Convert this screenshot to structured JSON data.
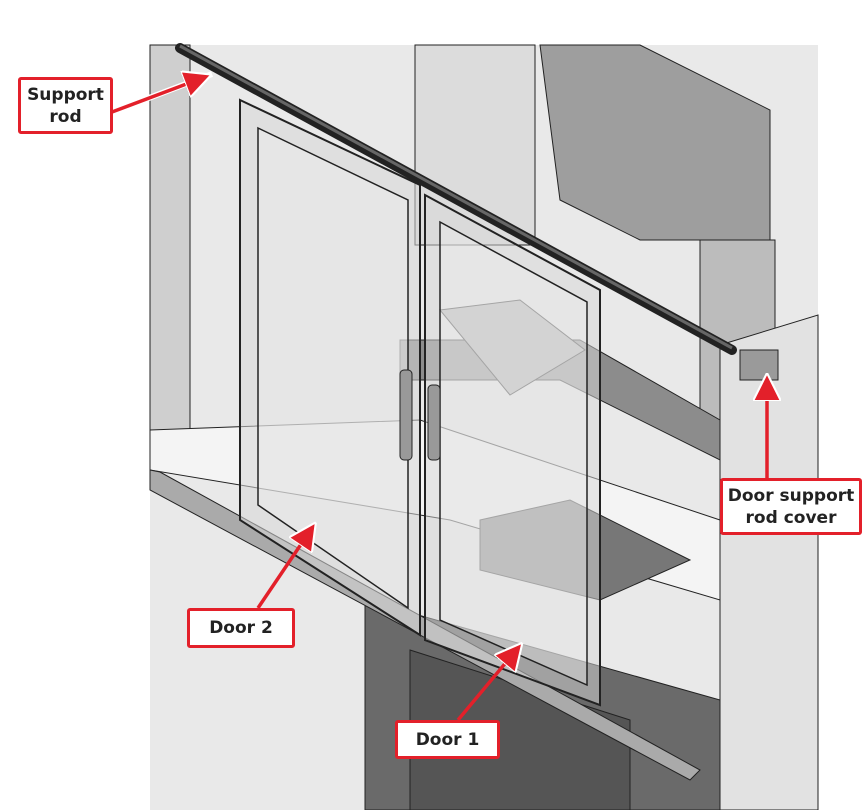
{
  "callouts": {
    "support_rod": "Support rod",
    "door_2": "Door 2",
    "door_1": "Door 1",
    "door_support_rod_cover": "Door support rod cover"
  },
  "colors": {
    "callout": "#e3202a",
    "outline": "#222222",
    "panel": "#d6d6d6"
  }
}
